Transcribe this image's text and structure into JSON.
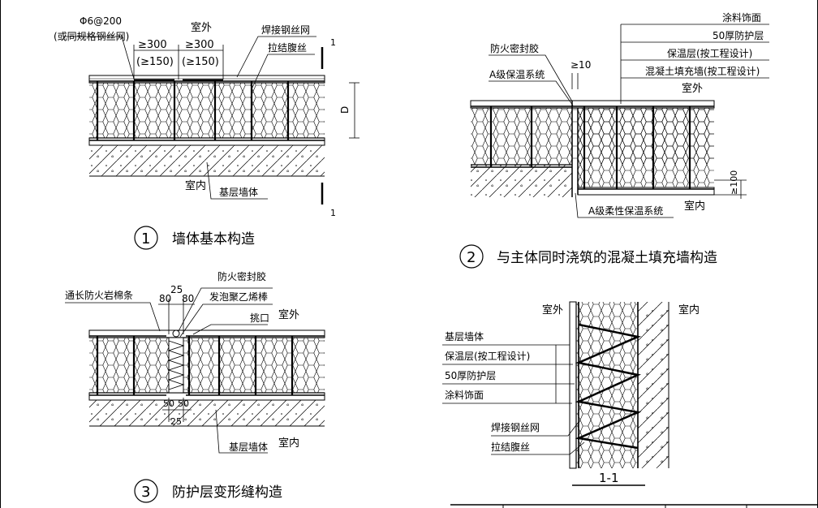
{
  "panel1": {
    "rebar_spec": "Φ6@200",
    "rebar_alt": "(或同规格钢丝网)",
    "dim_a_top": "≥300",
    "dim_a_bot": "(≥150)",
    "dim_b_top": "≥300",
    "dim_b_bot": "(≥150)",
    "exterior": "室外",
    "weld_mesh": "焊接钢丝网",
    "tie_wire": "拉结腹丝",
    "thickness_symbol": "D",
    "section_mark": "1",
    "interior": "室内",
    "base_wall": "基层墙体",
    "number": "1",
    "title": "墙体基本构造"
  },
  "panel2": {
    "paint_finish": "涂料饰面",
    "protect_layer": "50厚防护层",
    "fire_sealant": "防火密封胶",
    "insulation_layer": "保温层(按工程设计)",
    "dim_gap": "≥10",
    "concrete_fill": "混凝土填充墙(按工程设计)",
    "a_class_system": "A级保温系统",
    "exterior": "室外",
    "dim_100": "≥100",
    "flex_system": "A级柔性保温系统",
    "interior": "室内",
    "number": "2",
    "title": "与主体同时浇筑的混凝土填充墙构造"
  },
  "panel3": {
    "fire_sealant": "防火密封胶",
    "rockwool_strip": "通长防火岩棉条",
    "dim_25_top": "25",
    "dim_80_left": "80",
    "dim_80_right": "80",
    "foam_rod": "发泡聚乙烯棒",
    "drip_edge": "挑口",
    "exterior": "室外",
    "dim_50_left": "50",
    "dim_50_right": "50",
    "dim_25_bot": "25",
    "base_wall": "基层墙体",
    "interior": "室内",
    "number": "3",
    "title": "防护层变形缝构造"
  },
  "panel4": {
    "exterior": "室外",
    "interior": "室内",
    "base_wall": "基层墙体",
    "insulation_layer": "保温层(按工程设计)",
    "protect_layer": "50厚防护层",
    "paint_finish": "涂料饰面",
    "weld_mesh": "焊接钢丝网",
    "tie_wire": "拉结腹丝",
    "section_title": "1-1"
  }
}
